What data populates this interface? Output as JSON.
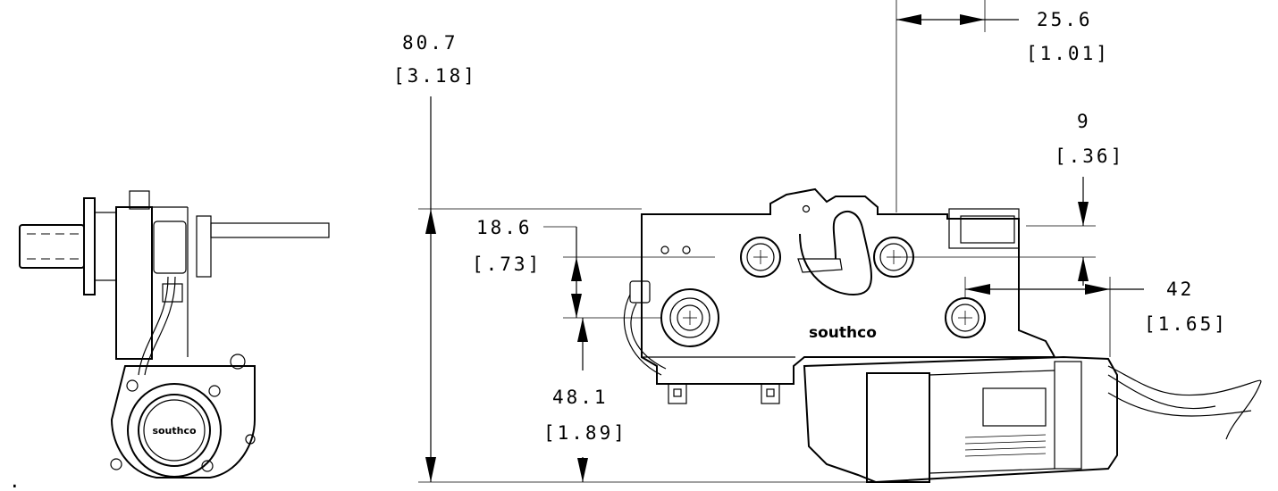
{
  "dimensions": {
    "overall_height": {
      "mm": "80.7",
      "inch": "[3.18]"
    },
    "top_offset": {
      "mm": "25.6",
      "inch": "[1.01]"
    },
    "right_step": {
      "mm": "9",
      "inch": "[.36]"
    },
    "hole_spacing_v": {
      "mm": "18.6",
      "inch": "[.73]"
    },
    "hole_spacing_h": {
      "mm": "42",
      "inch": "[1.65]"
    },
    "lower_height": {
      "mm": "48.1",
      "inch": "[1.89]"
    }
  },
  "brand": {
    "front_label": "southco",
    "side_label": "southco"
  },
  "marks": {
    "dot": "."
  }
}
